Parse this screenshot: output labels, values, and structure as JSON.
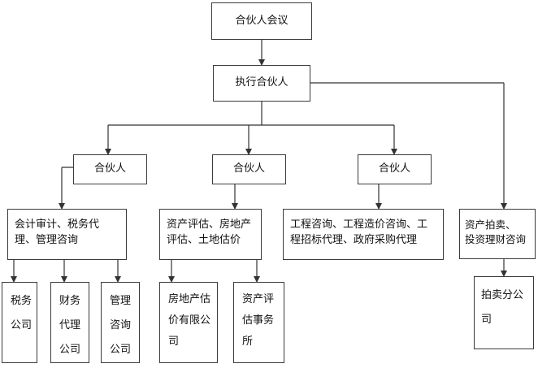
{
  "nodes": {
    "partners_meeting": "合伙人会议",
    "executive_partner": "执行合伙人",
    "partner_1": "合伙人",
    "partner_2": "合伙人",
    "partner_3": "合伙人",
    "dept_audit": "会计审计、税务代\n理、管理咨询",
    "dept_appraisal": "资产评估、房地产\n评估、土地估价",
    "dept_engineering": "工程咨询、工程造价咨询、工\n程招标代理、政府采购代理",
    "dept_auction": "资产拍卖、\n投资理财咨询",
    "co_tax": "税务\n公司",
    "co_finance": "财务\n代理\n公司",
    "co_mgmt": "管理\n咨询\n公司",
    "co_realestate": "房地产估\n价有限公\n司",
    "co_assets": "资产评\n估事务\n所",
    "co_auction": "拍卖分公\n司"
  }
}
